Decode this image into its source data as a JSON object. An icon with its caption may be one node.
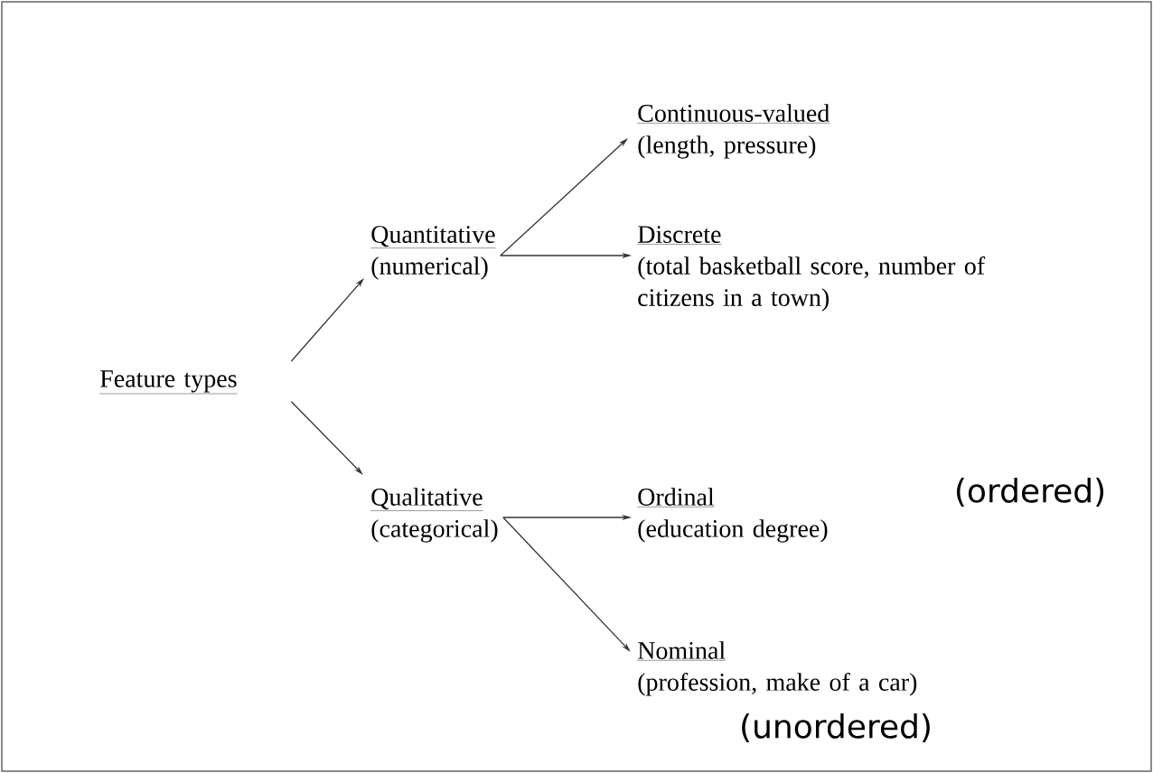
{
  "diagram": {
    "nodes": [
      {
        "text": [
          "Feature types"
        ]
      },
      {
        "text": [
          "Quantitative",
          "(numerical)"
        ]
      },
      {
        "text": [
          "Qualitative",
          "(categorical)"
        ]
      },
      {
        "text": [
          "Continuous-valued",
          "(length, pressure)"
        ]
      },
      {
        "text": [
          "Discrete",
          "(total basketball score, number of citizens in a town)"
        ]
      },
      {
        "text": [
          "Ordinal",
          "(education degree)"
        ],
        "beside": [
          "(ordered)"
        ]
      },
      {
        "text": [
          "Nominal",
          "(profession, make of a car)"
        ],
        "beside": [
          "(unordered)"
        ]
      }
    ],
    "edges": [
      {
        "from": 0,
        "to": 1,
        "arrow": "to"
      },
      {
        "from": 0,
        "to": 2,
        "arrow": "to"
      },
      {
        "from": 1,
        "to": 3,
        "arrow": "to"
      },
      {
        "from": 1,
        "to": 4,
        "arrow": "to"
      },
      {
        "from": 2,
        "to": 5,
        "arrow": "to"
      },
      {
        "from": 2,
        "to": 6,
        "arrow": "to"
      }
    ]
  }
}
